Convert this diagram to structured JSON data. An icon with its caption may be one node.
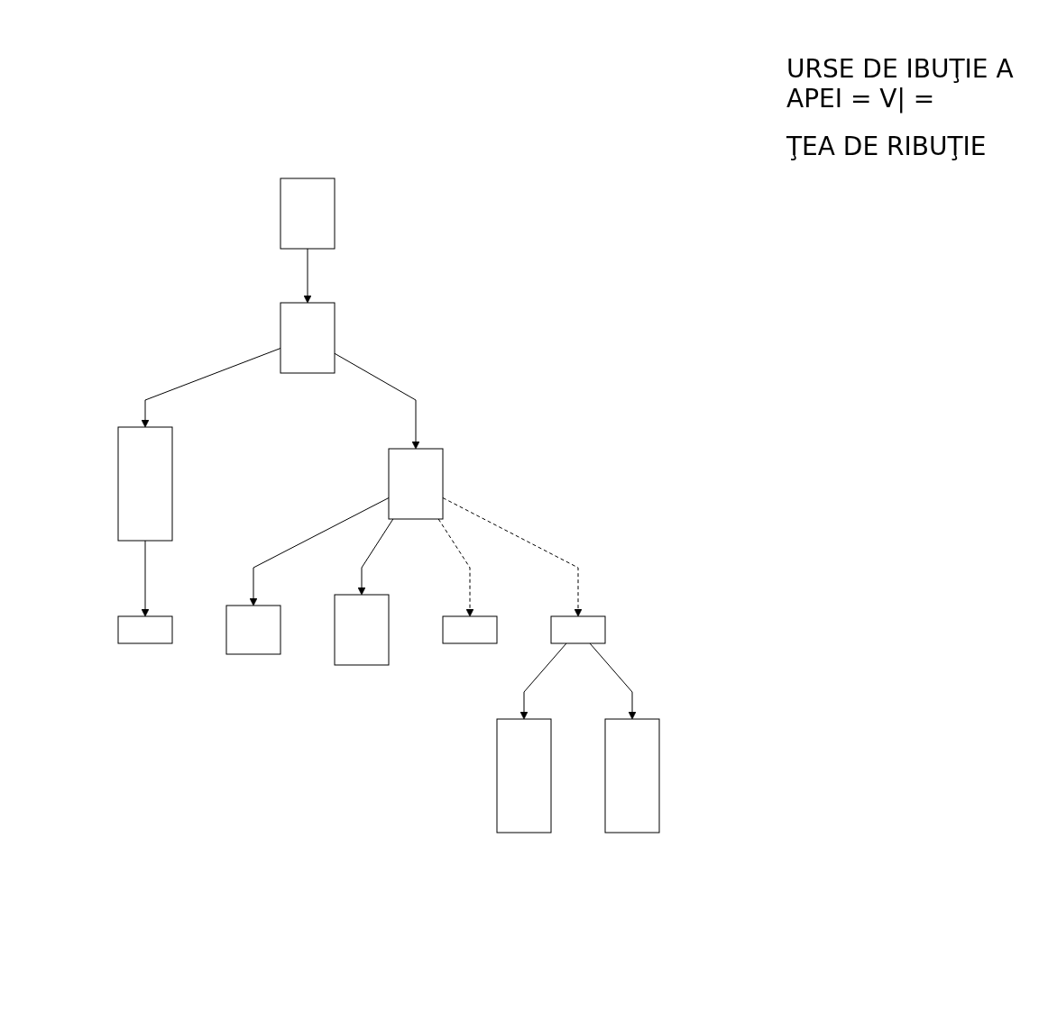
{
  "diagram": {
    "nodes": [
      {
        "text": [],
        "shape": "box"
      },
      {
        "text": [],
        "shape": "box"
      },
      {
        "text": [],
        "shape": "box"
      },
      {
        "text": [],
        "shape": "box"
      },
      {
        "text": [],
        "shape": "box"
      },
      {
        "text": [],
        "shape": "box"
      },
      {
        "text": [],
        "shape": "box"
      },
      {
        "text": [],
        "shape": "box"
      },
      {
        "text": [],
        "shape": "box"
      },
      {
        "text": [],
        "shape": "box"
      },
      {
        "text": [],
        "shape": "box"
      }
    ],
    "edges": [
      {
        "from": 0,
        "to": 1,
        "arrow": "to"
      },
      {
        "from": 1,
        "to": 2,
        "arrow": "to"
      },
      {
        "from": 1,
        "to": 3,
        "arrow": "to"
      },
      {
        "from": 2,
        "to": 4,
        "arrow": "to"
      },
      {
        "from": 3,
        "to": 5,
        "arrow": "to"
      },
      {
        "from": 3,
        "to": 6,
        "arrow": "to"
      },
      {
        "from": 3,
        "to": 7,
        "arrow": "to",
        "style": "dashed"
      },
      {
        "from": 3,
        "to": 8,
        "arrow": "to",
        "style": "dashed"
      },
      {
        "from": 8,
        "to": 9,
        "arrow": "to"
      },
      {
        "from": 8,
        "to": 10,
        "arrow": "to"
      }
    ],
    "labels": [
      "URSE DE IBUŢIE A APEI = V| =",
      "ŢEA DE RIBUŢIE"
    ]
  }
}
